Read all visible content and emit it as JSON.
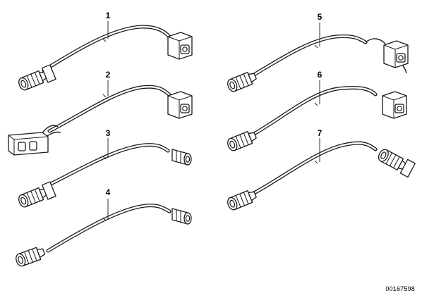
{
  "callouts": {
    "c1": "1",
    "c2": "2",
    "c3": "3",
    "c4": "4",
    "c5": "5",
    "c6": "6",
    "c7": "7"
  },
  "reference_number": "00167598",
  "colors": {
    "line": "#1a1a1a",
    "background": "#ffffff"
  }
}
